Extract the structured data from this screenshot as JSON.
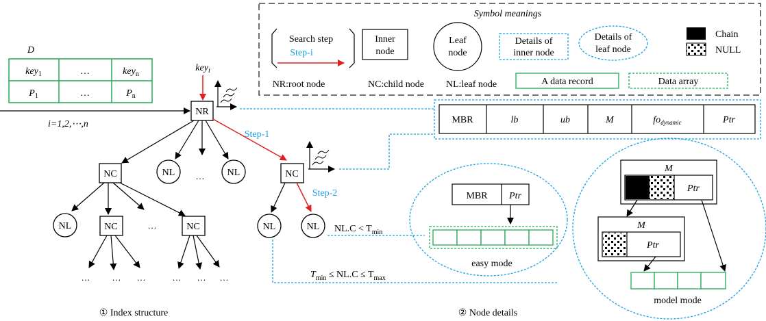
{
  "legend": {
    "title": "Symbol meanings",
    "search_step": "Search step",
    "step_i": "Step-i",
    "inner_node": [
      "Inner",
      "node"
    ],
    "leaf_node": [
      "Leaf",
      "node"
    ],
    "details_inner": [
      "Details of",
      "inner node"
    ],
    "details_leaf": [
      "Details of",
      "leaf node"
    ],
    "chain": "Chain",
    "null": "NULL",
    "nr_desc": "NR:root node",
    "nc_desc": "NC:child node",
    "nl_desc": "NL:leaf node",
    "data_record": "A data record",
    "data_array": "Data array"
  },
  "dataset": {
    "label": "D",
    "row1": [
      "key",
      "1",
      "…",
      "key",
      "n"
    ],
    "row2": [
      "P",
      "1",
      "…",
      "P",
      "n"
    ]
  },
  "index": {
    "key_i": "key",
    "key_sub": "i",
    "iteration": "i=1,2,⋯,n",
    "nr": "NR",
    "nc": "NC",
    "nl": "NL",
    "ellipsis": "…",
    "step1": "Step-1",
    "step2": "Step-2",
    "caption": "① Index structure"
  },
  "inner_detail": {
    "fields": [
      "MBR",
      "lb",
      "ub",
      "M",
      "fo",
      "Ptr"
    ],
    "fo_sub": "dynamic"
  },
  "easy": {
    "mbr": "MBR",
    "ptr": "Ptr",
    "label": "easy mode",
    "cond": "NL.C < T",
    "cond_sub": "min"
  },
  "model": {
    "m": "M",
    "ptr": "Ptr",
    "label": "model mode",
    "cond_pre": "T",
    "cond_pre_sub": "min",
    "cond_mid": " ≤ NL.C ≤ T",
    "cond_post_sub": "max"
  },
  "details_caption": "② Node details",
  "colors": {
    "blue": "#1ba1e2",
    "red": "#e02020",
    "green": "#22aa55",
    "dash": "#444444"
  }
}
